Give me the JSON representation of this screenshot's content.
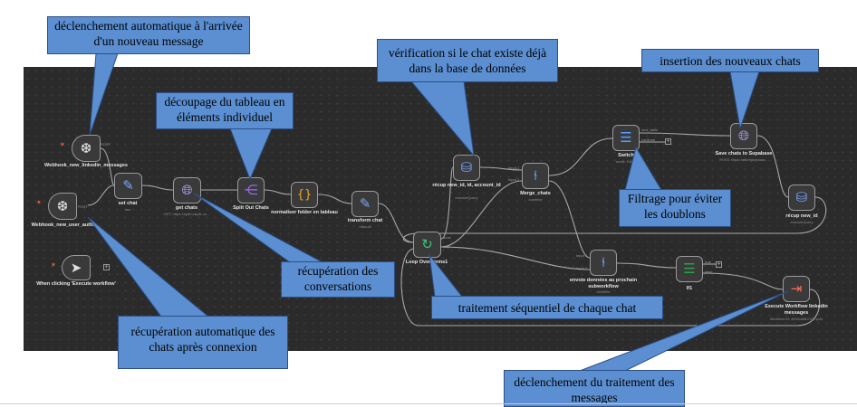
{
  "nodes": {
    "webhook_linkedin": {
      "label": "Webhook_new_linkedin_messages",
      "port": "POST"
    },
    "webhook_user": {
      "label": "Webhook_new_user_auth2",
      "port": "POST"
    },
    "manual": {
      "label": "When clicking 'Execute workflow'"
    },
    "set_chat": {
      "label": "set chat",
      "sub": "raw"
    },
    "get_chats": {
      "label": "get chats",
      "sub": "GET: https://api8.unipile.co..."
    },
    "split_out": {
      "label": "Split Out Chats"
    },
    "normaliser": {
      "label": "normaliser folder en tableau"
    },
    "transform": {
      "label": "transform chat",
      "sub": "manual"
    },
    "loop": {
      "label": "Loop Over Items1",
      "port_top": "done",
      "port_bottom": "loop"
    },
    "recup": {
      "label": "récup new_id, id, account_id",
      "sub": "executeQuery"
    },
    "merge": {
      "label": "Merge_chats",
      "sub": "combine",
      "port_top": "Input 1",
      "port_bottom": "Input 2"
    },
    "switch": {
      "label": "Switch",
      "sub": "mode: Rules",
      "port_top": "new_table",
      "port_bottom": "continue"
    },
    "save": {
      "label": "Save chats to Supabase",
      "sub": "POST: https://aftvrbjrmpiuna..."
    },
    "recup_new_id": {
      "label": "récup new_id",
      "sub": "executeQuery"
    },
    "envoie": {
      "label": "envoie données au prochain subworkflow",
      "sub": "combine",
      "port_top": "Input 1",
      "port_bottom": "Input 2"
    },
    "if": {
      "label": "If1",
      "port_top": "true",
      "port_bottom": "false"
    },
    "execute": {
      "label": "Execute Workflow linkedin messages",
      "sub": "Workflow ID: AVWxid8b7rQmp4h"
    }
  },
  "callouts": {
    "c1": "déclenchement automatique à l'arrivée d'un nouveau message",
    "c2": "découpage du tableau en éléments individuel",
    "c3": "vérification si le chat existe déjà dans la base de données",
    "c4": "insertion des nouveaux chats",
    "c5": "Filtrage pour éviter les doublons",
    "c6": "récupération des conversations",
    "c7": "traitement séquentiel de chaque chat",
    "c8": "récupération automatique des chats après connexion",
    "c9": "déclenchement du traitement des messages"
  },
  "colors": {
    "canvas": "#2b2b2b",
    "callout_fill": "#5b8fd1",
    "callout_border": "#2c4f86",
    "code_accent": "#f5a623",
    "split_accent": "#9b6cff",
    "switch_accent": "#3f7ad8",
    "if_accent": "#2aa24a",
    "execute_accent": "#ff6b55"
  },
  "icons": {
    "webhook_linkedin": "webhook-icon",
    "webhook_user": "webhook-icon",
    "manual": "cursor-icon",
    "set_chat": "pencil-icon",
    "get_chats": "globe-icon",
    "split_out": "split-icon",
    "normaliser": "code-braces-icon",
    "transform": "pencil-icon",
    "loop": "refresh-icon",
    "recup": "database-icon",
    "merge": "merge-icon",
    "switch": "switch-icon",
    "save": "globe-icon",
    "recup_new_id": "database-icon",
    "envoie": "merge-icon",
    "if": "if-icon",
    "execute": "execute-workflow-icon"
  }
}
